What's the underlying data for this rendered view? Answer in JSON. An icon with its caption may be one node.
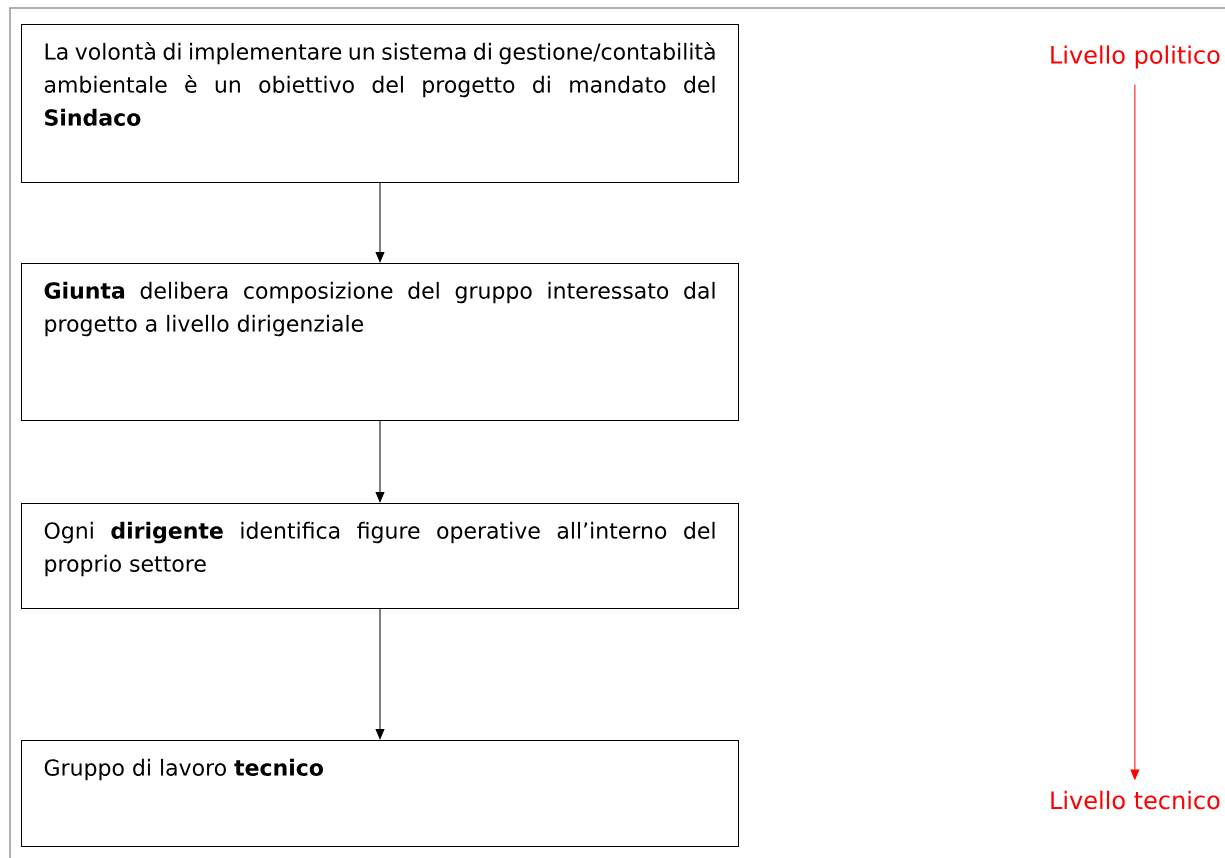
{
  "diagram": {
    "nodes": [
      {
        "text": [
          "La volontà di implementare un sistema di gestione/contabilità ambientale è un obiettivo del progetto di mandato del **Sindaco**"
        ]
      },
      {
        "text": [
          "**Giunta** delibera composizione del gruppo interessato dal progetto a livello dirigenziale"
        ]
      },
      {
        "text": [
          "Ogni **dirigente** identifica figure operative all’interno del proprio settore"
        ]
      },
      {
        "text": [
          "Gruppo di lavoro **tecnico**"
        ]
      },
      {
        "text": [
          "Livello politico"
        ]
      },
      {
        "text": [
          "Livello tecnico"
        ]
      }
    ],
    "edges": [
      {
        "from": 0,
        "to": 1,
        "arrow": "to"
      },
      {
        "from": 1,
        "to": 2,
        "arrow": "to"
      },
      {
        "from": 2,
        "to": 3,
        "arrow": "to"
      },
      {
        "from": 4,
        "to": 5,
        "arrow": "to",
        "color": "#ff0000"
      }
    ]
  }
}
